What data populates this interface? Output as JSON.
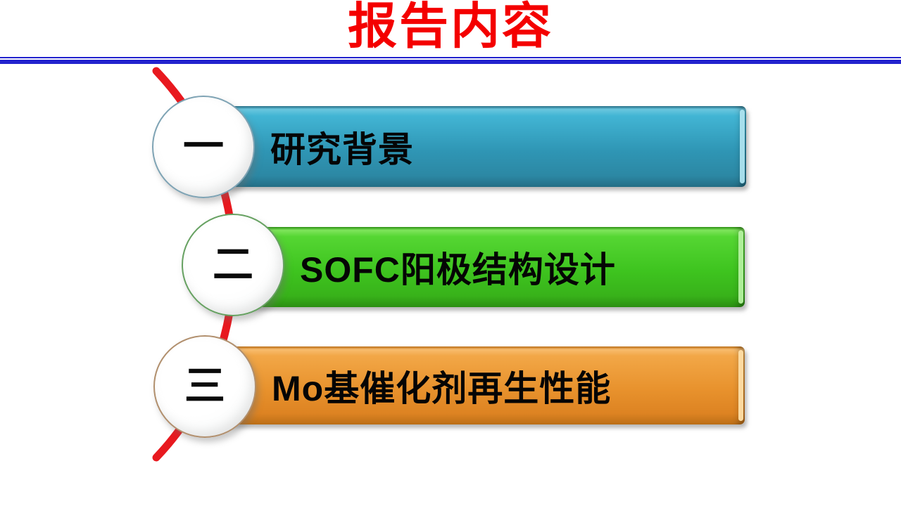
{
  "slide": {
    "title": "报告内容",
    "title_color": "#f40000",
    "divider_color": "#2323ce",
    "connector_color": "#e8191f"
  },
  "items": [
    {
      "number": "一",
      "label": "研究背景",
      "ring_color": "#7ea3b4",
      "bar": {
        "hi": "#6ac6de",
        "top": "#42b5d4",
        "mid": "#2f96b5",
        "low": "#2c88a4",
        "edge": "#246e86",
        "strip": "#aee4f0"
      }
    },
    {
      "number": "二",
      "label": "SOFC阳极结构设计",
      "ring_color": "#66a161",
      "bar": {
        "hi": "#7fe55c",
        "top": "#55d633",
        "mid": "#3ec41f",
        "low": "#38b21a",
        "edge": "#2b8f12",
        "strip": "#b5f2a0"
      }
    },
    {
      "number": "三",
      "label": "Mo基催化剂再生性能",
      "ring_color": "#b18f6d",
      "bar": {
        "hi": "#f8bc6e",
        "top": "#f2a747",
        "mid": "#e8922d",
        "low": "#dd8322",
        "edge": "#bc6f17",
        "strip": "#ffdfa8"
      }
    }
  ]
}
